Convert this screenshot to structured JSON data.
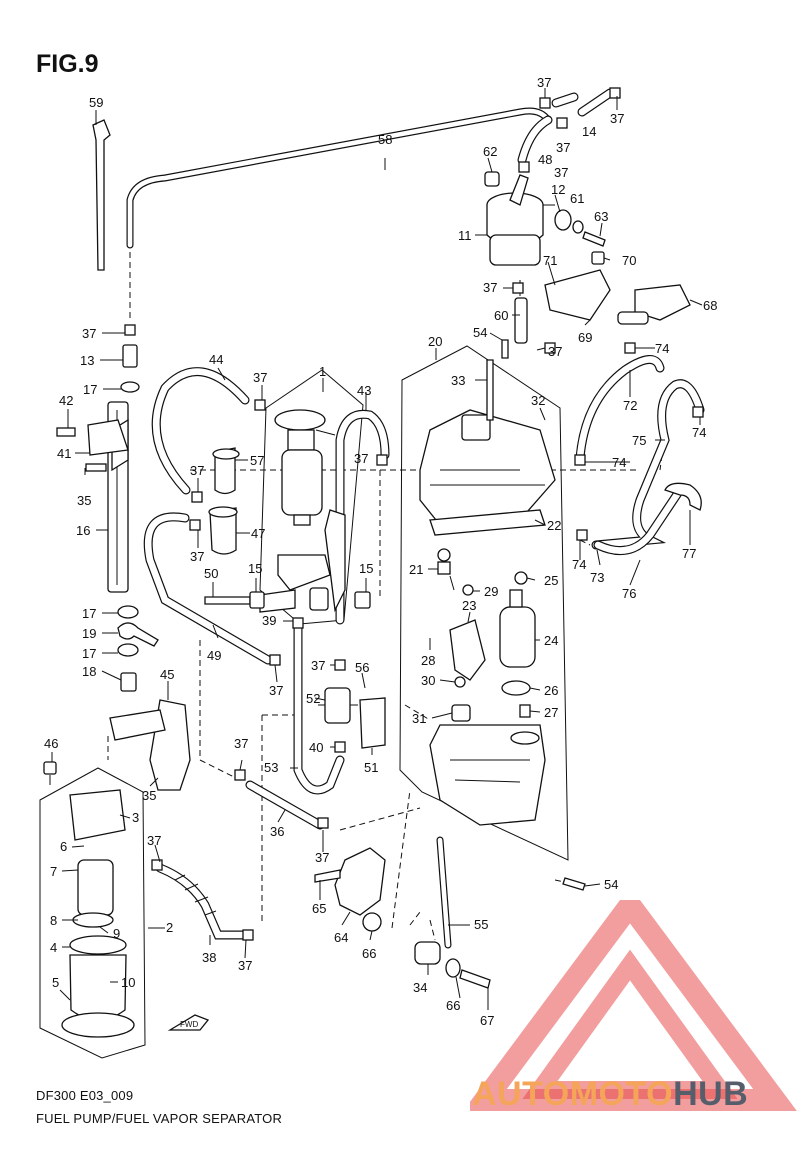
{
  "figure_label": "FIG.9",
  "footer": {
    "code": "DF300 E03_009",
    "title": "FUEL PUMP/FUEL VAPOR SEPARATOR"
  },
  "watermark": {
    "text_part_a": "AUTOMOTO",
    "text_part_b": "HUB",
    "colors": {
      "triangle": "#e84e4e",
      "accent": "#f4a55a",
      "dark": "#555e6a"
    }
  },
  "direction_marker": "FWD",
  "callouts": {
    "c1": "1",
    "c2": "2",
    "c3": "3",
    "c4": "4",
    "c5": "5",
    "c6": "6",
    "c7": "7",
    "c8": "8",
    "c9": "9",
    "c10": "10",
    "c11": "11",
    "c12": "12",
    "c13": "13",
    "c14": "14",
    "c15a": "15",
    "c15b": "15",
    "c16": "16",
    "c17a": "17",
    "c17b": "17",
    "c17c": "17",
    "c18": "18",
    "c19": "19",
    "c20": "20",
    "c21": "21",
    "c22": "22",
    "c23": "23",
    "c24": "24",
    "c25": "25",
    "c26": "26",
    "c27": "27",
    "c28": "28",
    "c29": "29",
    "c30": "30",
    "c31": "31",
    "c32": "32",
    "c33": "33",
    "c34": "34",
    "c35a": "35",
    "c35b": "35",
    "c36": "36",
    "c37a": "37",
    "c37b": "37",
    "c37c": "37",
    "c37d": "37",
    "c37e": "37",
    "c37f": "37",
    "c37g": "37",
    "c37h": "37",
    "c37i": "37",
    "c37j": "37",
    "c37k": "37",
    "c37l": "37",
    "c37m": "37",
    "c37n": "37",
    "c37o": "37",
    "c37p": "37",
    "c37q": "37",
    "c38": "38",
    "c39": "39",
    "c40": "40",
    "c41": "41",
    "c42": "42",
    "c43": "43",
    "c44": "44",
    "c45": "45",
    "c46": "46",
    "c47": "47",
    "c48": "48",
    "c49": "49",
    "c50": "50",
    "c51": "51",
    "c52": "52",
    "c53": "53",
    "c54a": "54",
    "c54b": "54",
    "c55": "55",
    "c56": "56",
    "c57": "57",
    "c58": "58",
    "c59": "59",
    "c60": "60",
    "c61": "61",
    "c62": "62",
    "c63": "63",
    "c64": "64",
    "c65": "65",
    "c66a": "66",
    "c66b": "66",
    "c67": "67",
    "c68": "68",
    "c69": "69",
    "c70": "70",
    "c71": "71",
    "c72": "72",
    "c73": "73",
    "c74a": "74",
    "c74b": "74",
    "c74c": "74",
    "c74d": "74",
    "c75": "75",
    "c76": "76",
    "c77": "77"
  }
}
